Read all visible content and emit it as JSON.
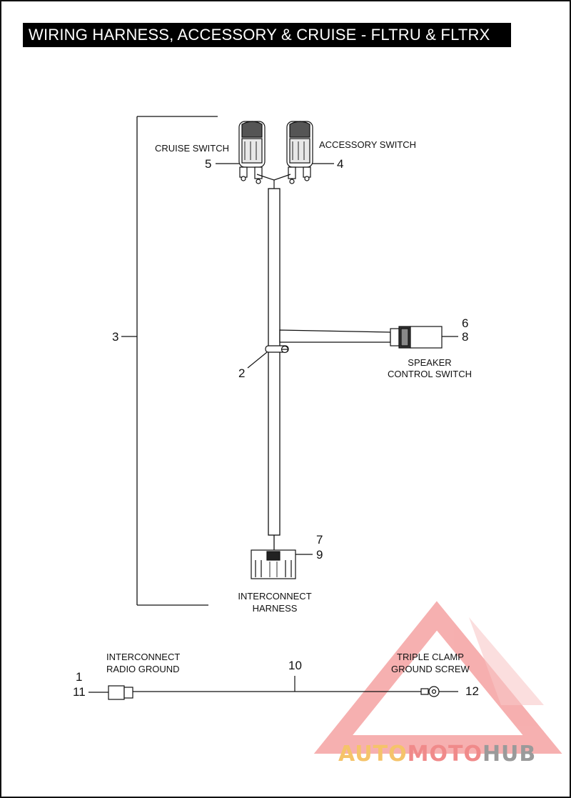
{
  "title": "WIRING HARNESS, ACCESSORY & CRUISE - FLTRU & FLTRX",
  "labels": {
    "cruise_switch": "CRUISE SWITCH",
    "accessory_switch": "ACCESSORY SWITCH",
    "speaker_control_switch_line1": "SPEAKER",
    "speaker_control_switch_line2": "CONTROL SWITCH",
    "interconnect_harness_line1": "INTERCONNECT",
    "interconnect_harness_line2": "HARNESS",
    "radio_ground_line1": "INTERCONNECT",
    "radio_ground_line2": "RADIO GROUND",
    "triple_clamp_line1": "TRIPLE CLAMP",
    "triple_clamp_line2": "GROUND SCREW"
  },
  "callouts": {
    "n1": "1",
    "n2": "2",
    "n3": "3",
    "n4": "4",
    "n5": "5",
    "n6": "6",
    "n7": "7",
    "n8": "8",
    "n9": "9",
    "n10": "10",
    "n11": "11",
    "n12": "12"
  },
  "watermark": {
    "part1": "AUTO",
    "part2": "MOTO",
    "part3": "HUB",
    "color1": "#f5c36a",
    "color2": "#f08a8a",
    "color3": "#9a9a9a"
  }
}
